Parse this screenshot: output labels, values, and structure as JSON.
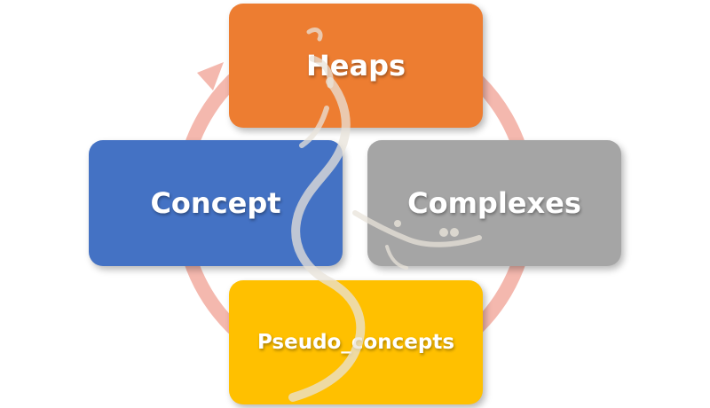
{
  "diagram": {
    "nodes": [
      {
        "id": "heaps",
        "label": "Heaps",
        "color": "#ED7D31"
      },
      {
        "id": "concept",
        "label": "Concept",
        "color": "#4472C4"
      },
      {
        "id": "complexes",
        "label": "Complexes",
        "color": "#A5A5A5"
      },
      {
        "id": "pseudo_concepts",
        "label": "Pseudo_concepts",
        "color": "#FFC000"
      }
    ],
    "cycle_arrow_color": "#F4B8AE"
  }
}
